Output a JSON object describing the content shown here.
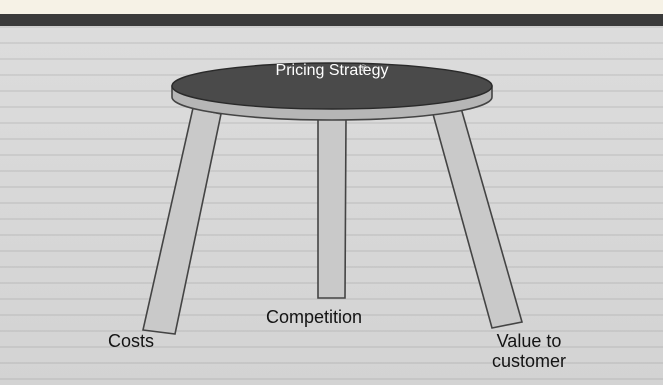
{
  "diagram": {
    "seat_label": "Pricing Strategy",
    "registered_mark": "®",
    "legs": [
      {
        "label": "Costs"
      },
      {
        "label": "Competition"
      },
      {
        "label": "Value to customer"
      }
    ]
  }
}
